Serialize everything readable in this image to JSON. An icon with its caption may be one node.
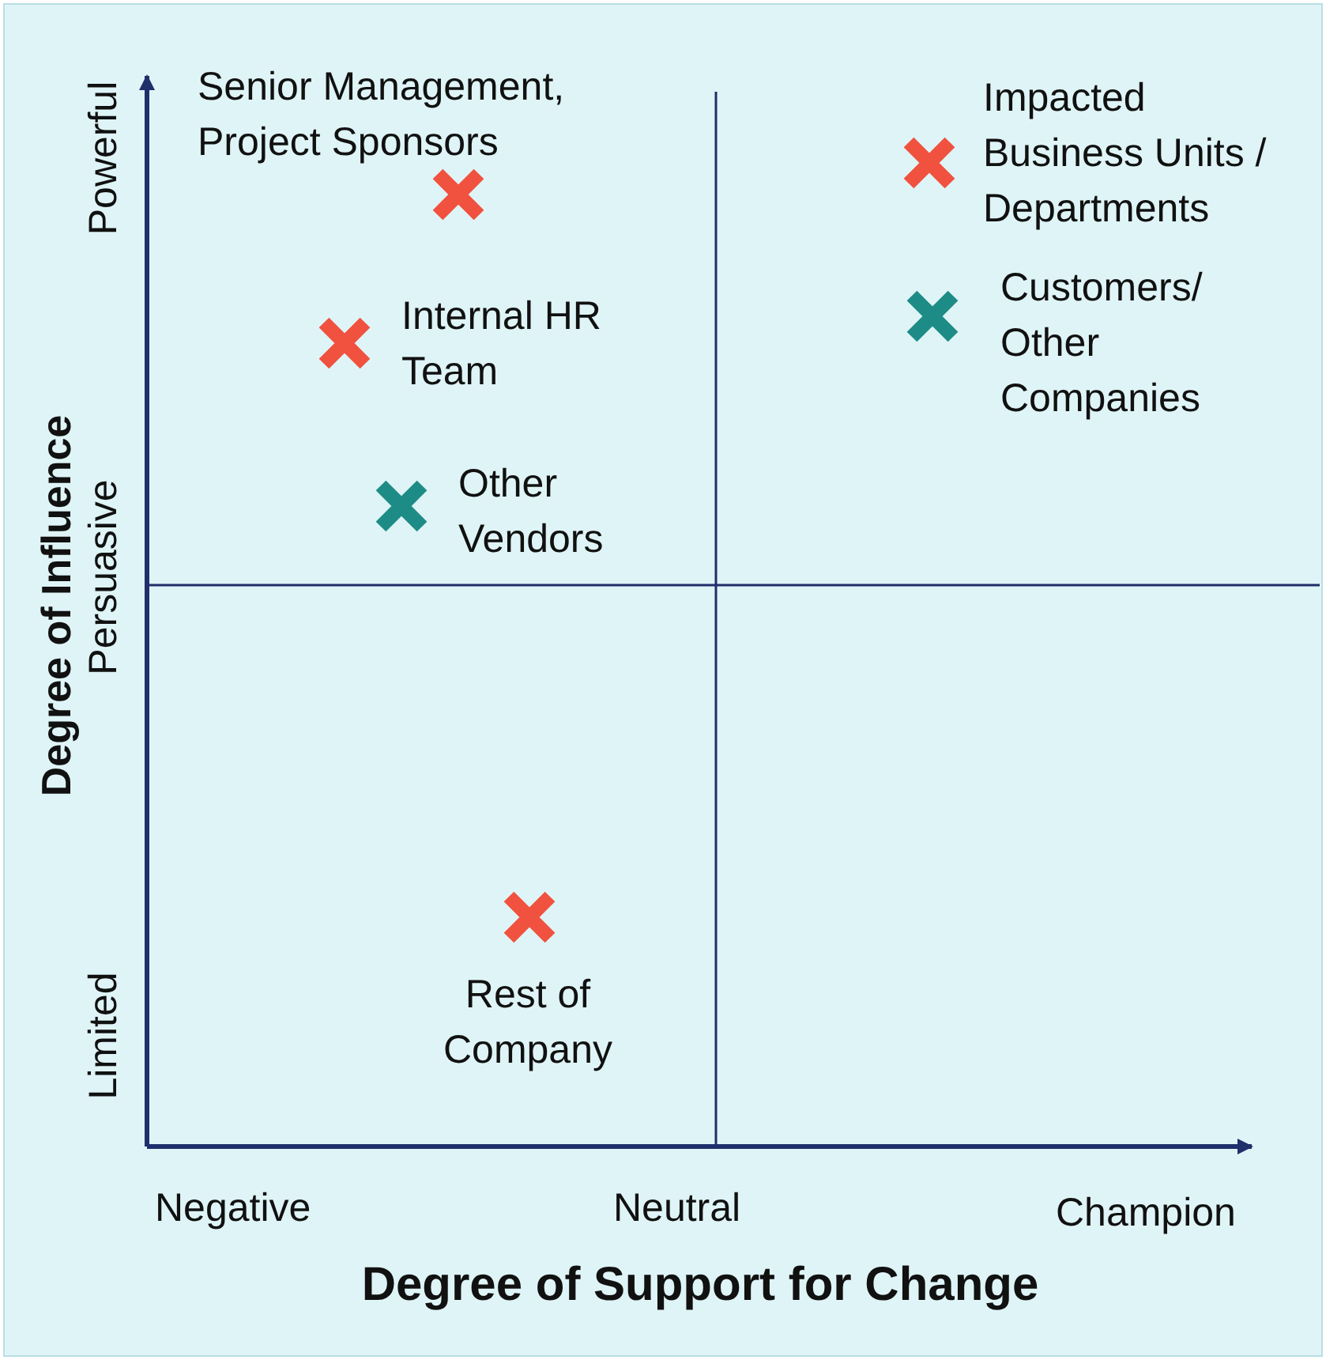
{
  "diagram": {
    "labels": [
      "Senior Management, Project Sponsors",
      "Impacted Business Units / Departments",
      "Powerful",
      "Internal HR Team",
      "Customers/ Other Companies",
      "Other Vendors",
      "Degree of Influence",
      "Persuasive",
      "Rest of Company",
      "Limited",
      "Negative",
      "Neutral",
      "Champion",
      "Degree of Support for Change"
    ]
  }
}
